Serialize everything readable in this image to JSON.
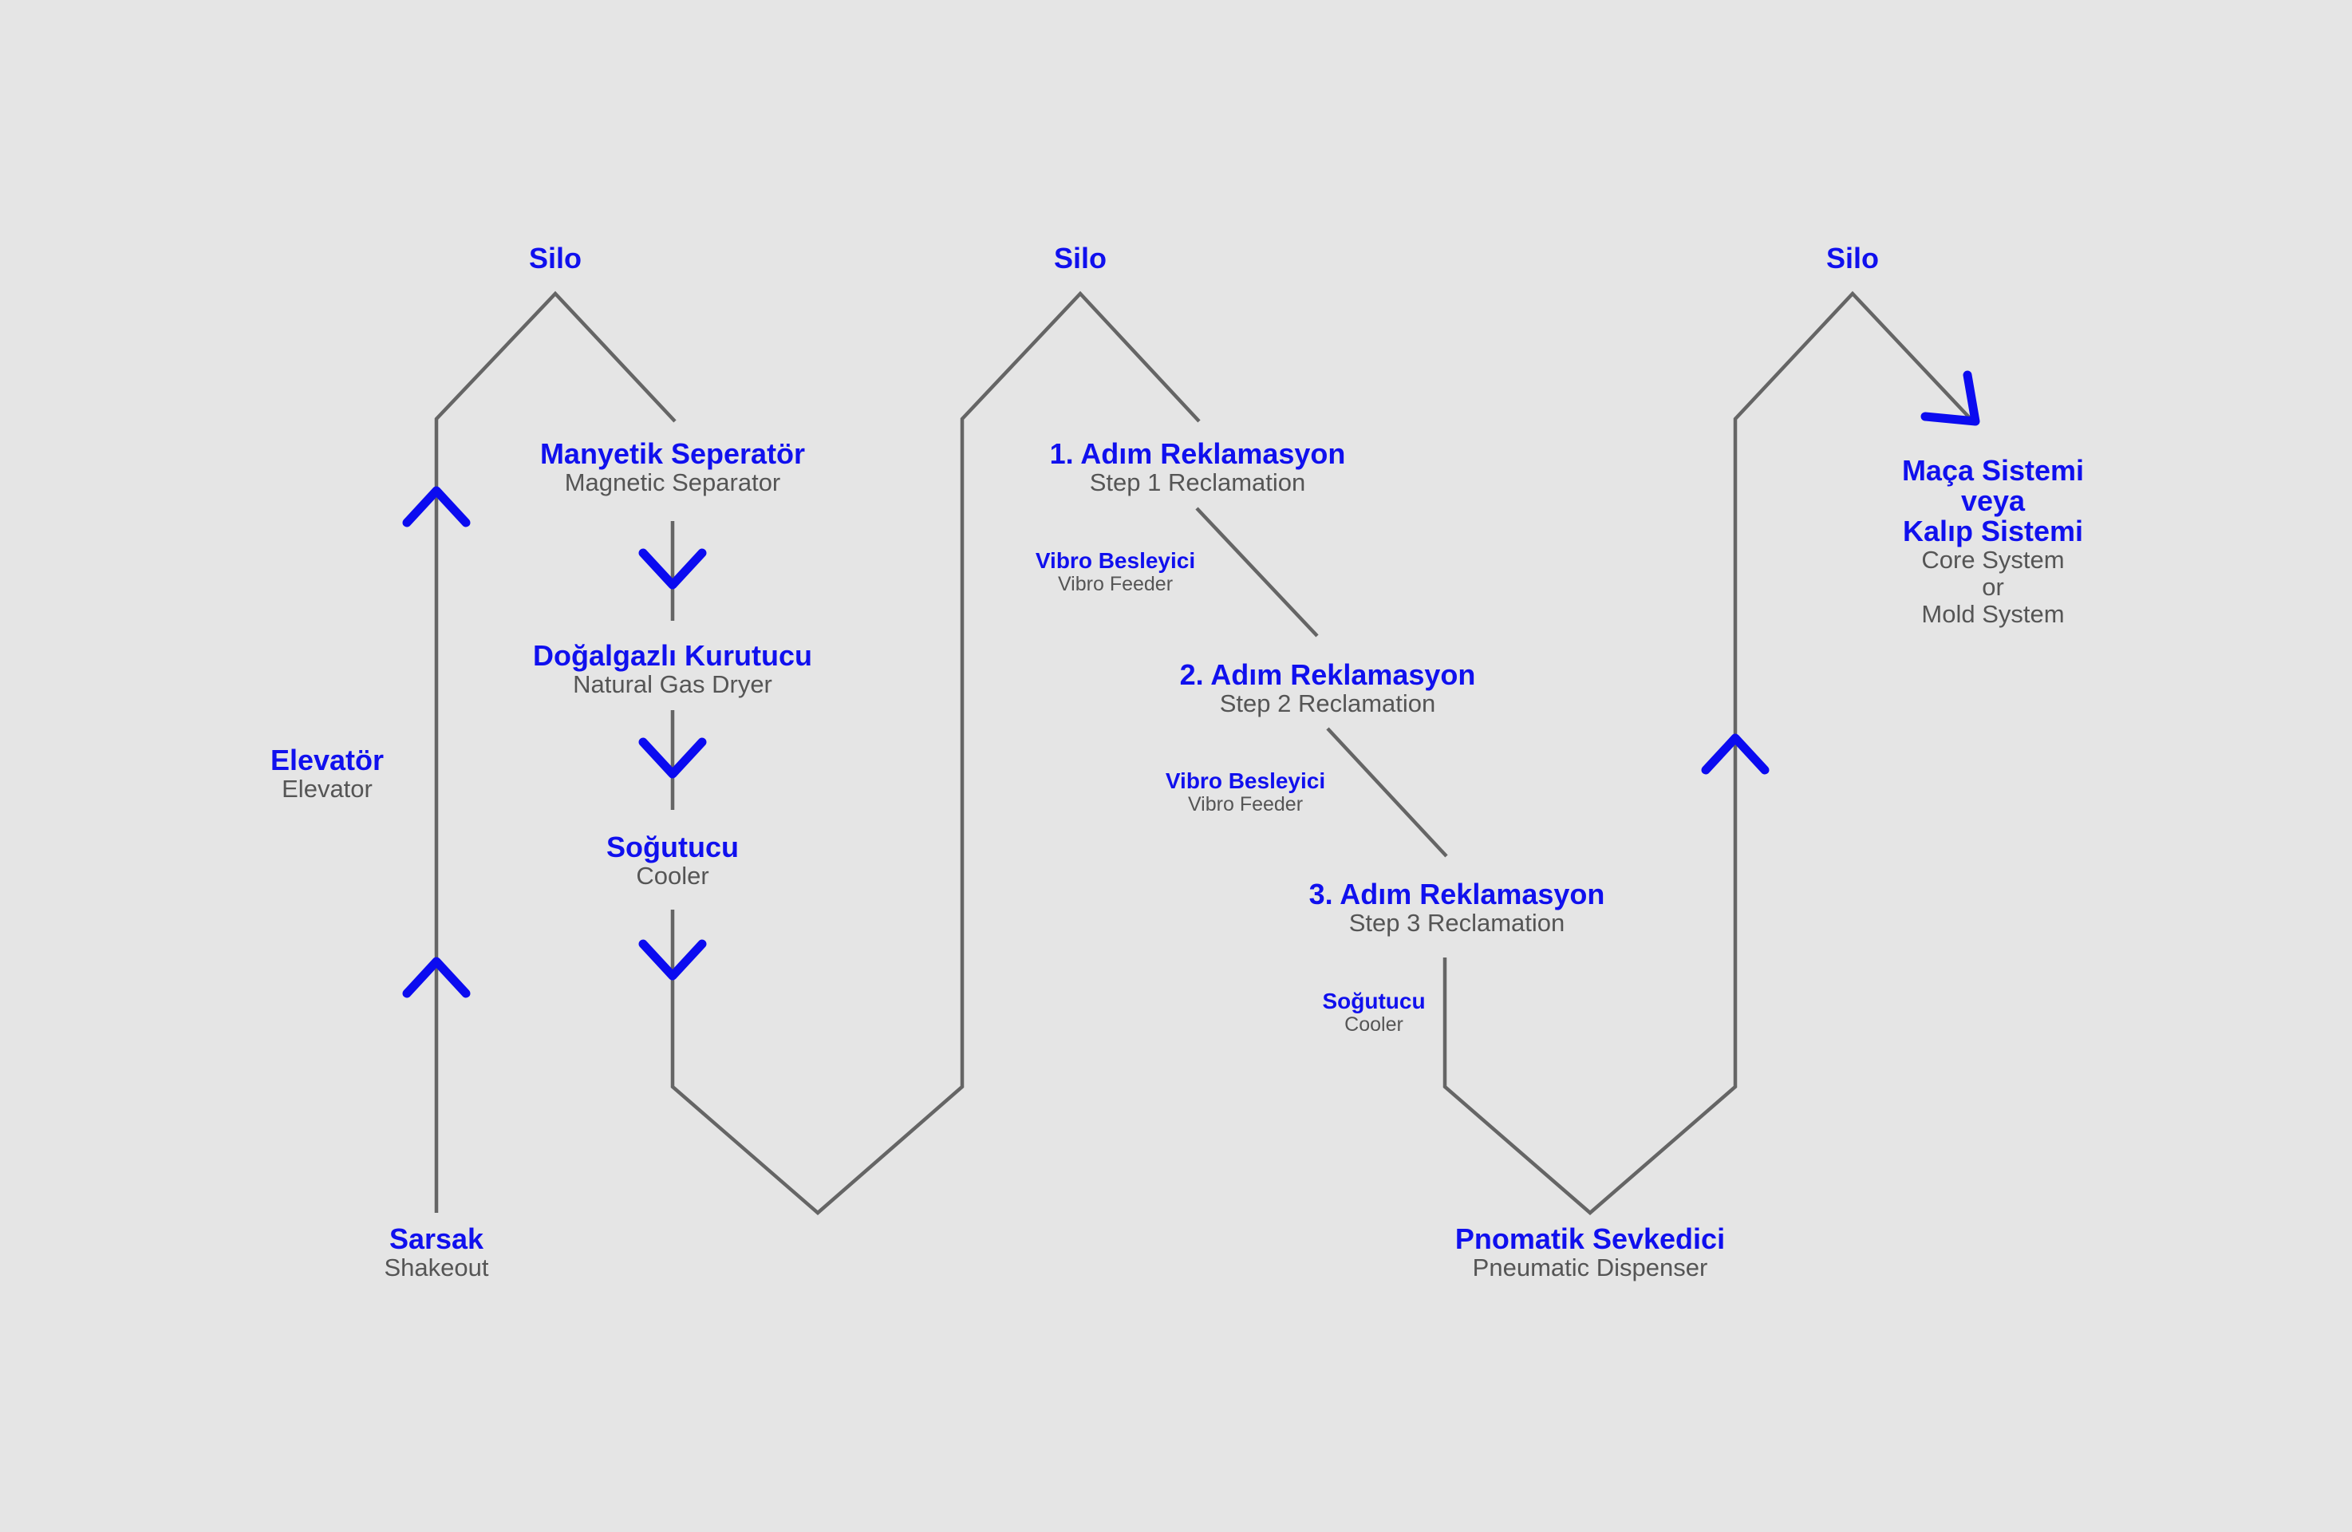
{
  "colors": {
    "background": "#e5e5e5",
    "line": "#656565",
    "turkish_label": "#1010ee",
    "english_label": "#555555",
    "arrow": "#0b0bf0"
  },
  "silo1": {
    "tr": "Silo"
  },
  "silo2": {
    "tr": "Silo"
  },
  "silo3": {
    "tr": "Silo"
  },
  "magnetic_separator": {
    "tr": "Manyetik Seperatör",
    "en": "Magnetic Separator"
  },
  "gas_dryer": {
    "tr": "Doğalgazlı Kurutucu",
    "en": "Natural Gas Dryer"
  },
  "cooler1": {
    "tr": "Soğutucu",
    "en": "Cooler"
  },
  "elevator": {
    "tr": "Elevatör",
    "en": "Elevator"
  },
  "shakeout": {
    "tr": "Sarsak",
    "en": "Shakeout"
  },
  "step1": {
    "tr": "1. Adım Reklamasyon",
    "en": "Step 1 Reclamation"
  },
  "vibro1": {
    "tr": "Vibro Besleyici",
    "en": "Vibro Feeder"
  },
  "step2": {
    "tr": "2. Adım Reklamasyon",
    "en": "Step 2 Reclamation"
  },
  "vibro2": {
    "tr": "Vibro Besleyici",
    "en": "Vibro Feeder"
  },
  "step3": {
    "tr": "3. Adım Reklamasyon",
    "en": "Step 3 Reclamation"
  },
  "cooler2": {
    "tr": "Soğutucu",
    "en": "Cooler"
  },
  "pneumatic": {
    "tr": "Pnomatik Sevkedici",
    "en": "Pneumatic Dispenser"
  },
  "core_mold": {
    "tr_lines": [
      "Maça Sistemi",
      "veya",
      "Kalıp Sistemi"
    ],
    "en_lines": [
      "Core System",
      "or",
      "Mold System"
    ]
  }
}
